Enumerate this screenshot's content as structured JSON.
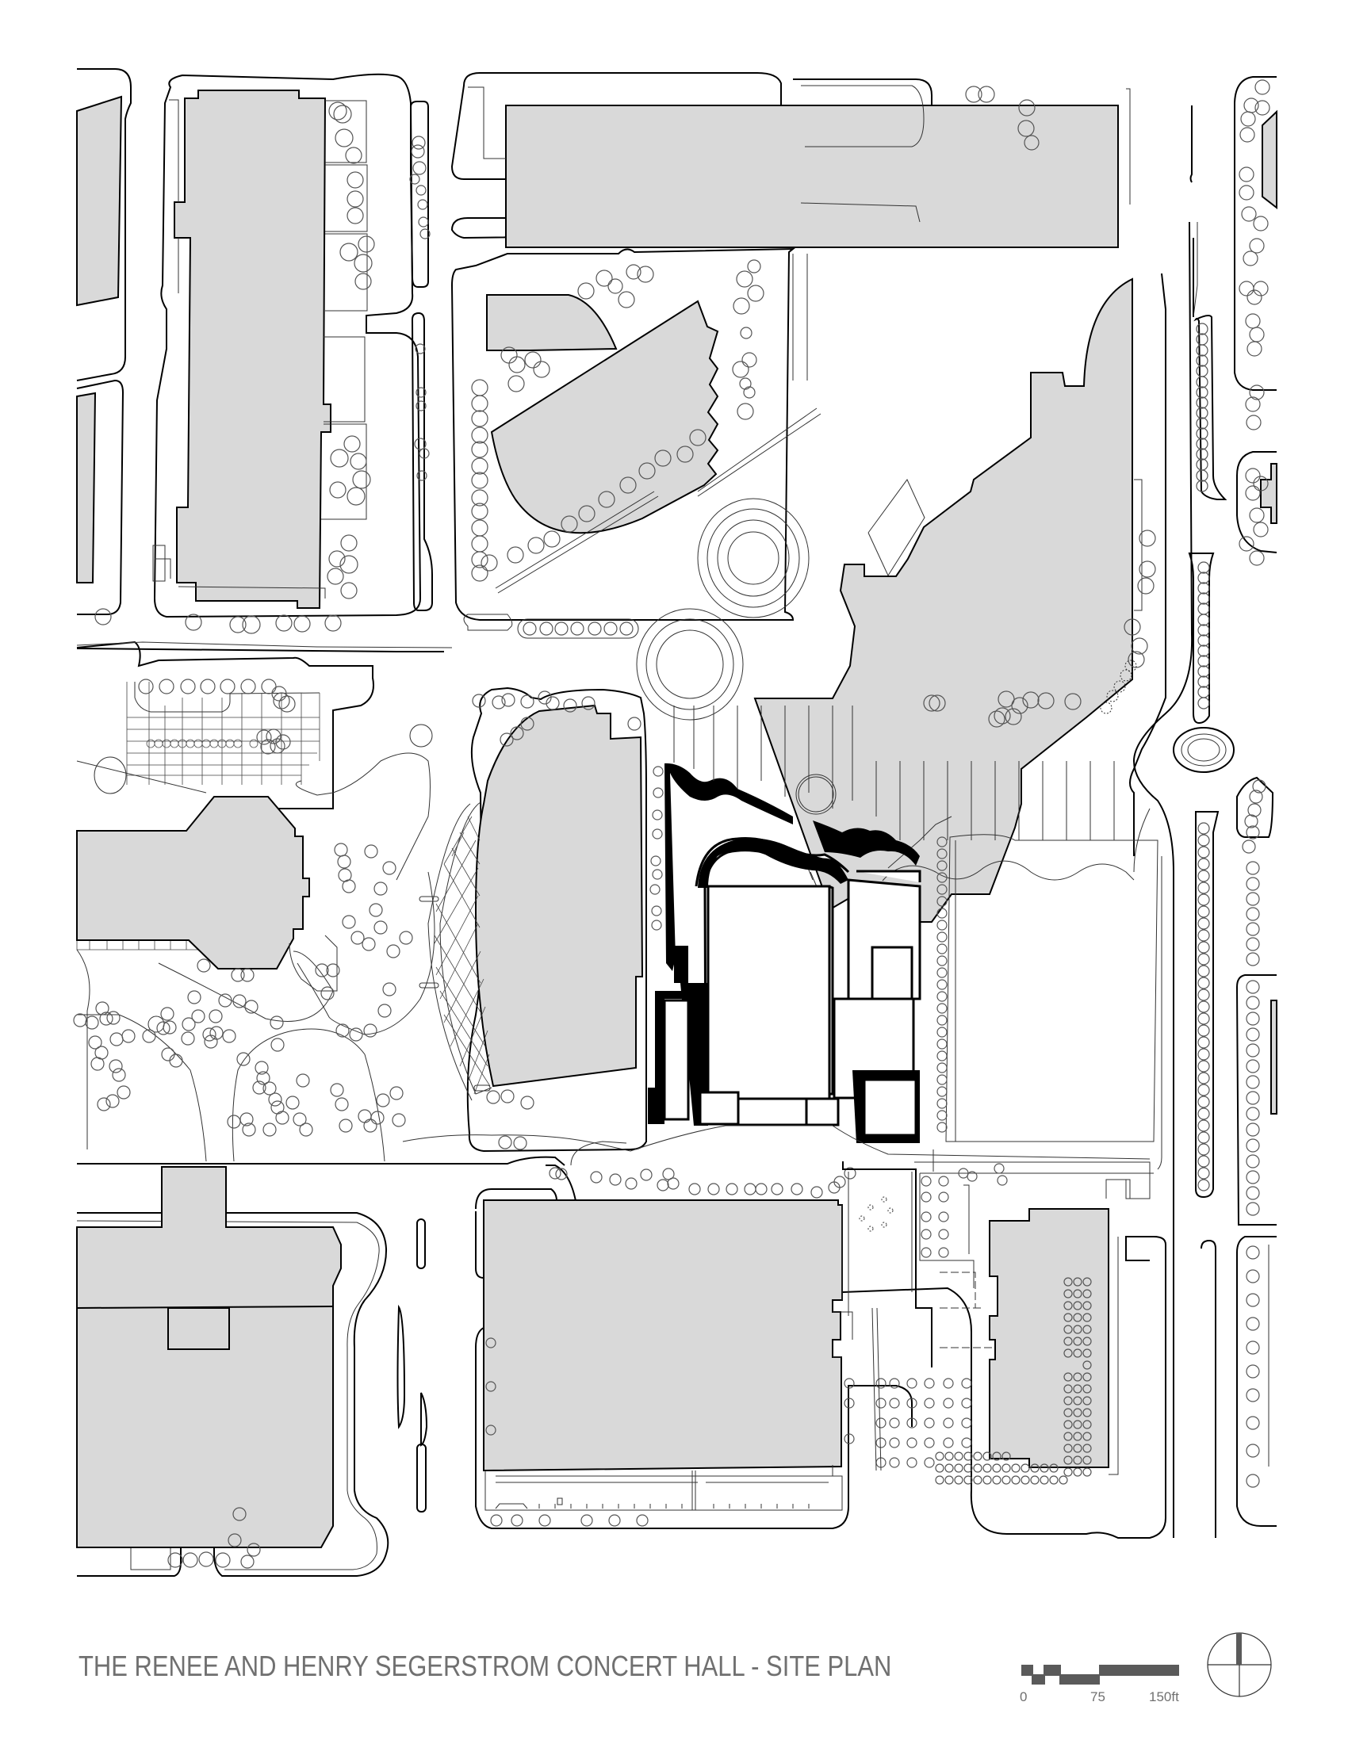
{
  "title_block": {
    "title": "THE RENEE AND HENRY SEGERSTROM CONCERT HALL - SITE PLAN"
  },
  "scale_bar": {
    "labels": [
      "0",
      "75",
      "150ft"
    ],
    "unit": "ft",
    "color": "#5a5a5a"
  },
  "north_arrow": {
    "icon": "north-arrow-icon"
  },
  "map": {
    "type": "site-plan",
    "colors": {
      "building_fill": "#d9d9d9",
      "subject_building_fill": "#ffffff",
      "subject_building_outline": "#000000",
      "linework": "#000000",
      "text": "#707070"
    },
    "features": [
      "concert-hall-subject-building",
      "adjacent-theater-with-lattice-facade",
      "plaza-circular-fountains",
      "roundabout",
      "street-median-tree-rows",
      "parking-lot-grids",
      "surrounding-blocks"
    ]
  }
}
